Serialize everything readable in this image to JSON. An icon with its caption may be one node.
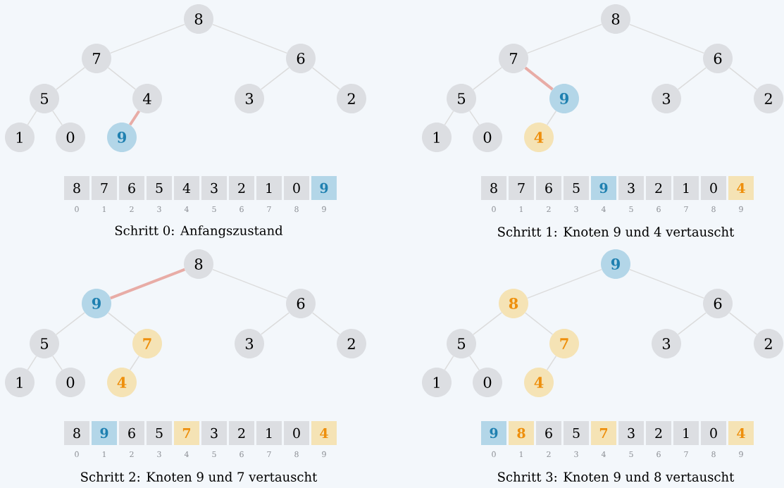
{
  "diagram": {
    "nodes": [
      {
        "text": [
          "8"
        ]
      },
      {
        "text": [
          "7"
        ]
      },
      {
        "text": [
          "6"
        ]
      },
      {
        "text": [
          "5"
        ]
      },
      {
        "text": [
          "4"
        ]
      },
      {
        "text": [
          "3"
        ]
      },
      {
        "text": [
          "2"
        ]
      },
      {
        "text": [
          "1"
        ]
      },
      {
        "text": [
          "0"
        ]
      },
      {
        "text": [
          "9"
        ]
      },
      {
        "text": [
          "8"
        ]
      },
      {
        "text": [
          "7"
        ]
      },
      {
        "text": [
          "6"
        ]
      },
      {
        "text": [
          "5"
        ]
      },
      {
        "text": [
          "4"
        ]
      },
      {
        "text": [
          "3"
        ]
      },
      {
        "text": [
          "2"
        ]
      },
      {
        "text": [
          "1"
        ]
      },
      {
        "text": [
          "0"
        ]
      },
      {
        "text": [
          "9"
        ]
      },
      {
        "text": [
          "8"
        ]
      },
      {
        "text": [
          "7"
        ]
      },
      {
        "text": [
          "6"
        ]
      },
      {
        "text": [
          "5"
        ]
      },
      {
        "text": [
          "9"
        ]
      },
      {
        "text": [
          "3"
        ]
      },
      {
        "text": [
          "2"
        ]
      },
      {
        "text": [
          "1"
        ]
      },
      {
        "text": [
          "0"
        ]
      },
      {
        "text": [
          "4"
        ]
      },
      {
        "text": [
          "8"
        ]
      },
      {
        "text": [
          "7"
        ]
      },
      {
        "text": [
          "6"
        ]
      },
      {
        "text": [
          "5"
        ]
      },
      {
        "text": [
          "9"
        ]
      },
      {
        "text": [
          "3"
        ]
      },
      {
        "text": [
          "2"
        ]
      },
      {
        "text": [
          "1"
        ]
      },
      {
        "text": [
          "0"
        ]
      },
      {
        "text": [
          "4"
        ]
      },
      {
        "text": [
          "8"
        ]
      },
      {
        "text": [
          "9"
        ]
      },
      {
        "text": [
          "6"
        ]
      },
      {
        "text": [
          "5"
        ]
      },
      {
        "text": [
          "7"
        ]
      },
      {
        "text": [
          "3"
        ]
      },
      {
        "text": [
          "2"
        ]
      },
      {
        "text": [
          "1"
        ]
      },
      {
        "text": [
          "0"
        ]
      },
      {
        "text": [
          "4"
        ]
      },
      {
        "text": [
          "8"
        ]
      },
      {
        "text": [
          "9"
        ]
      },
      {
        "text": [
          "6"
        ]
      },
      {
        "text": [
          "5"
        ]
      },
      {
        "text": [
          "7"
        ]
      },
      {
        "text": [
          "3"
        ]
      },
      {
        "text": [
          "2"
        ]
      },
      {
        "text": [
          "1"
        ]
      },
      {
        "text": [
          "0"
        ]
      },
      {
        "text": [
          "4"
        ]
      },
      {
        "text": [
          "9"
        ]
      },
      {
        "text": [
          "8"
        ]
      },
      {
        "text": [
          "6"
        ]
      },
      {
        "text": [
          "5"
        ]
      },
      {
        "text": [
          "7"
        ]
      },
      {
        "text": [
          "3"
        ]
      },
      {
        "text": [
          "2"
        ]
      },
      {
        "text": [
          "1"
        ]
      },
      {
        "text": [
          "0"
        ]
      },
      {
        "text": [
          "4"
        ]
      },
      {
        "text": [
          "9"
        ]
      },
      {
        "text": [
          "8"
        ]
      },
      {
        "text": [
          "6"
        ]
      },
      {
        "text": [
          "5"
        ]
      },
      {
        "text": [
          "7"
        ]
      },
      {
        "text": [
          "3"
        ]
      },
      {
        "text": [
          "2"
        ]
      },
      {
        "text": [
          "1"
        ]
      },
      {
        "text": [
          "0"
        ]
      },
      {
        "text": [
          "4"
        ]
      }
    ],
    "edges": [
      {
        "from": 0,
        "to": 1,
        "arrow": "none"
      },
      {
        "from": 0,
        "to": 2,
        "arrow": "none"
      },
      {
        "from": 1,
        "to": 3,
        "arrow": "none"
      },
      {
        "from": 1,
        "to": 4,
        "arrow": "none"
      },
      {
        "from": 2,
        "to": 5,
        "arrow": "none"
      },
      {
        "from": 2,
        "to": 6,
        "arrow": "none"
      },
      {
        "from": 3,
        "to": 7,
        "arrow": "none"
      },
      {
        "from": 3,
        "to": 8,
        "arrow": "none"
      },
      {
        "from": 4,
        "to": 9,
        "arrow": "none",
        "style": "thick",
        "color": "#e8aca6"
      },
      {
        "from": 20,
        "to": 21,
        "arrow": "none"
      },
      {
        "from": 20,
        "to": 22,
        "arrow": "none"
      },
      {
        "from": 21,
        "to": 23,
        "arrow": "none"
      },
      {
        "from": 21,
        "to": 24,
        "arrow": "none",
        "style": "thick",
        "color": "#e8aca6"
      },
      {
        "from": 22,
        "to": 25,
        "arrow": "none"
      },
      {
        "from": 22,
        "to": 26,
        "arrow": "none"
      },
      {
        "from": 23,
        "to": 27,
        "arrow": "none"
      },
      {
        "from": 23,
        "to": 28,
        "arrow": "none"
      },
      {
        "from": 24,
        "to": 29,
        "arrow": "none"
      },
      {
        "from": 40,
        "to": 41,
        "arrow": "none",
        "style": "thick",
        "color": "#e8aca6"
      },
      {
        "from": 40,
        "to": 42,
        "arrow": "none"
      },
      {
        "from": 41,
        "to": 43,
        "arrow": "none"
      },
      {
        "from": 41,
        "to": 44,
        "arrow": "none"
      },
      {
        "from": 42,
        "to": 45,
        "arrow": "none"
      },
      {
        "from": 42,
        "to": 46,
        "arrow": "none"
      },
      {
        "from": 43,
        "to": 47,
        "arrow": "none"
      },
      {
        "from": 43,
        "to": 48,
        "arrow": "none"
      },
      {
        "from": 44,
        "to": 49,
        "arrow": "none"
      },
      {
        "from": 60,
        "to": 61,
        "arrow": "none"
      },
      {
        "from": 60,
        "to": 62,
        "arrow": "none"
      },
      {
        "from": 61,
        "to": 63,
        "arrow": "none"
      },
      {
        "from": 61,
        "to": 64,
        "arrow": "none"
      },
      {
        "from": 62,
        "to": 65,
        "arrow": "none"
      },
      {
        "from": 62,
        "to": 66,
        "arrow": "none"
      },
      {
        "from": 63,
        "to": 67,
        "arrow": "none"
      },
      {
        "from": 63,
        "to": 68,
        "arrow": "none"
      },
      {
        "from": 64,
        "to": 69,
        "arrow": "none"
      }
    ],
    "labels": [
      "0",
      "1",
      "2",
      "3",
      "4",
      "5",
      "6",
      "7",
      "8",
      "9",
      "Schritt 0: Anfangszustand",
      "0",
      "1",
      "2",
      "3",
      "4",
      "5",
      "6",
      "7",
      "8",
      "9",
      "Schritt 1: Knoten 9 und 4 vertauscht",
      "0",
      "1",
      "2",
      "3",
      "4",
      "5",
      "6",
      "7",
      "8",
      "9",
      "Schritt 2: Knoten 9 und 7 vertauscht",
      "0",
      "1",
      "2",
      "3",
      "4",
      "5",
      "6",
      "7",
      "8",
      "9",
      "Schritt 3: Knoten 9 und 8 vertauscht"
    ]
  }
}
